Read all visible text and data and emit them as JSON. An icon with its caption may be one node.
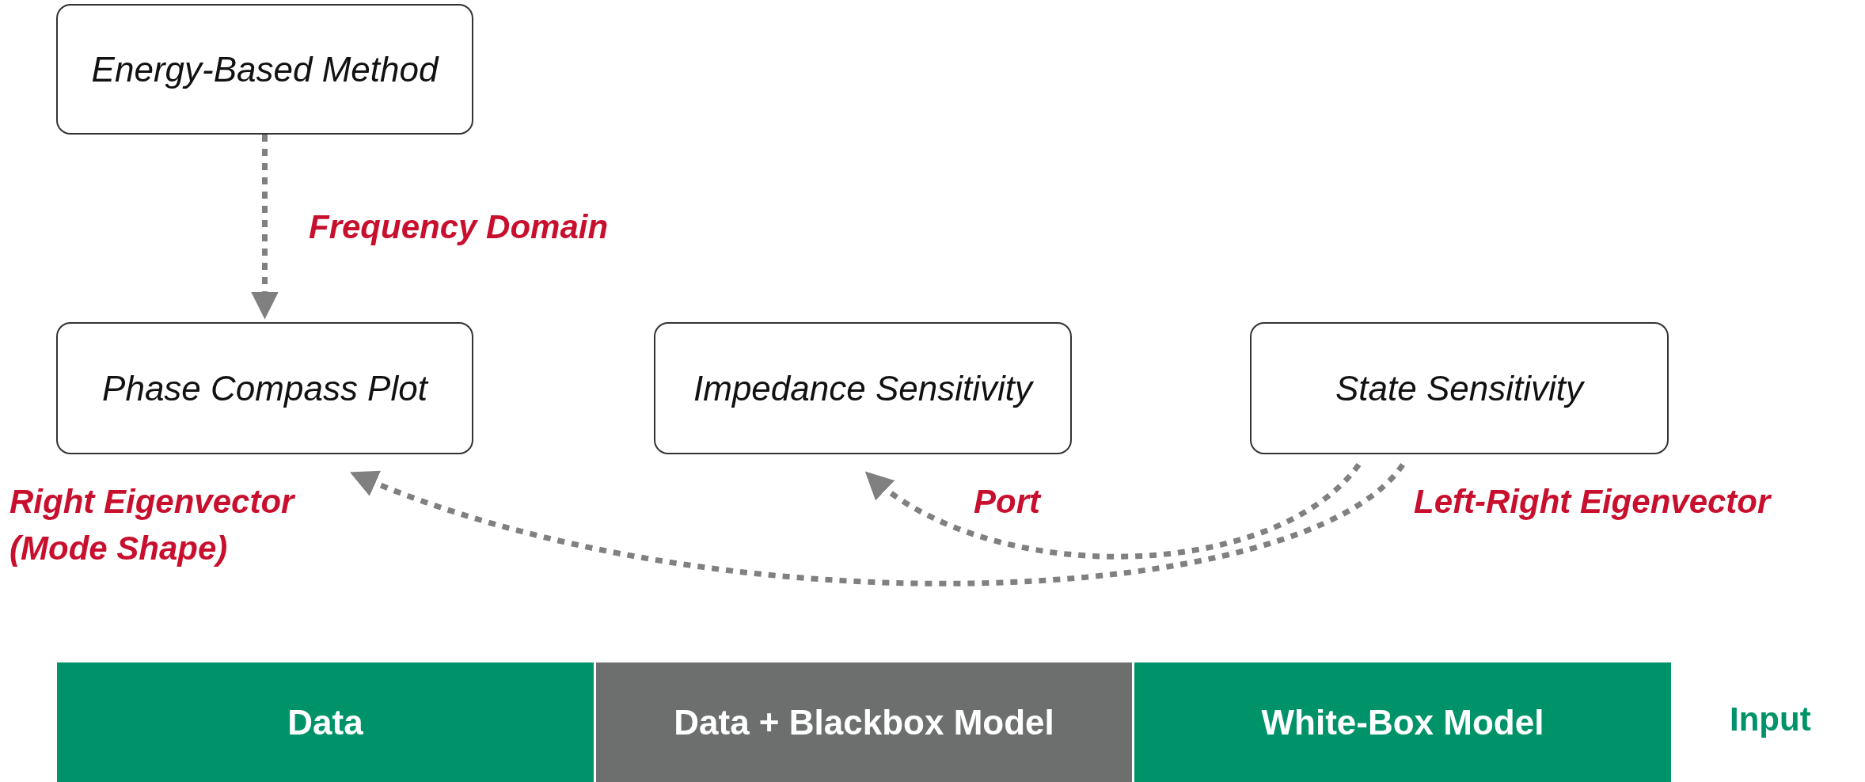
{
  "diagram": {
    "nodes": [
      {
        "text": [
          "Energy-Based Method"
        ]
      },
      {
        "text": [
          "Phase Compass Plot"
        ]
      },
      {
        "text": [
          "Impedance Sensitivity"
        ]
      },
      {
        "text": [
          "State Sensitivity"
        ]
      },
      {
        "text": [
          "Data"
        ]
      },
      {
        "text": [
          "Data + Blackbox Model"
        ]
      },
      {
        "text": [
          "White-Box Model"
        ]
      }
    ],
    "edges": [
      {
        "from": 0,
        "to": 1,
        "arrow": "to",
        "label": "Frequency Domain",
        "style": "dashed"
      },
      {
        "from": 3,
        "to": 1,
        "arrow": "to",
        "style": "dashed"
      },
      {
        "from": 3,
        "to": 2,
        "arrow": "to",
        "style": "dashed"
      }
    ],
    "labels": [
      "Right Eigenvector (Mode Shape)",
      "Port",
      "Left-Right Eigenvector",
      "Input"
    ]
  }
}
